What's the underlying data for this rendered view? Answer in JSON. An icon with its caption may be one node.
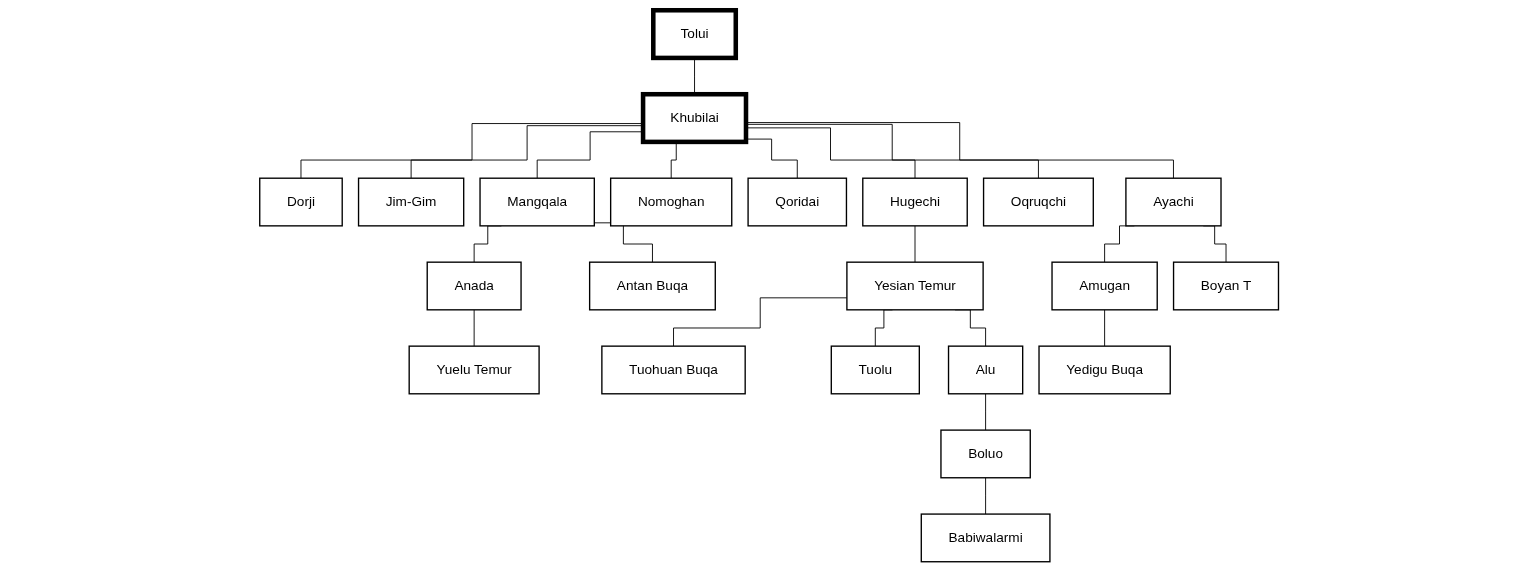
{
  "diagram": {
    "nodes": [
      {
        "text": [
          "Tolui"
        ]
      },
      {
        "text": [
          "Khubilai"
        ]
      },
      {
        "text": [
          "Dorji"
        ]
      },
      {
        "text": [
          "Jim-Gim"
        ]
      },
      {
        "text": [
          "Mangqala"
        ]
      },
      {
        "text": [
          "Nomoghan"
        ]
      },
      {
        "text": [
          "Qoridai"
        ]
      },
      {
        "text": [
          "Hugechi"
        ]
      },
      {
        "text": [
          "Oqruqchi"
        ]
      },
      {
        "text": [
          "Ayachi"
        ]
      },
      {
        "text": [
          "Anada"
        ]
      },
      {
        "text": [
          "Antan Buqa"
        ]
      },
      {
        "text": [
          "Yesian Temur"
        ]
      },
      {
        "text": [
          "Amugan"
        ]
      },
      {
        "text": [
          "Boyan T"
        ]
      },
      {
        "text": [
          "Yuelu Temur"
        ]
      },
      {
        "text": [
          "Tuohuan Buqa"
        ]
      },
      {
        "text": [
          "Tuolu"
        ]
      },
      {
        "text": [
          "Alu"
        ]
      },
      {
        "text": [
          "Yedigu Buqa"
        ]
      },
      {
        "text": [
          "Boluo"
        ]
      },
      {
        "text": [
          "Babiwalarmi"
        ]
      }
    ],
    "edges": [
      {
        "from": 0,
        "to": 1,
        "arrow": "none"
      },
      {
        "from": 1,
        "to": 2,
        "arrow": "none"
      },
      {
        "from": 1,
        "to": 3,
        "arrow": "none"
      },
      {
        "from": 1,
        "to": 4,
        "arrow": "none"
      },
      {
        "from": 1,
        "to": 5,
        "arrow": "none"
      },
      {
        "from": 1,
        "to": 6,
        "arrow": "none"
      },
      {
        "from": 1,
        "to": 7,
        "arrow": "none"
      },
      {
        "from": 1,
        "to": 8,
        "arrow": "none"
      },
      {
        "from": 1,
        "to": 9,
        "arrow": "none"
      },
      {
        "from": 4,
        "to": 10,
        "arrow": "none"
      },
      {
        "from": 4,
        "to": 11,
        "arrow": "none"
      },
      {
        "from": 7,
        "to": 12,
        "arrow": "none"
      },
      {
        "from": 9,
        "to": 13,
        "arrow": "none"
      },
      {
        "from": 9,
        "to": 14,
        "arrow": "none"
      },
      {
        "from": 10,
        "to": 15,
        "arrow": "none"
      },
      {
        "from": 12,
        "to": 16,
        "arrow": "none"
      },
      {
        "from": 12,
        "to": 17,
        "arrow": "none"
      },
      {
        "from": 12,
        "to": 18,
        "arrow": "none"
      },
      {
        "from": 13,
        "to": 19,
        "arrow": "none"
      },
      {
        "from": 18,
        "to": 20,
        "arrow": "none"
      },
      {
        "from": 20,
        "to": 21,
        "arrow": "none"
      }
    ]
  }
}
